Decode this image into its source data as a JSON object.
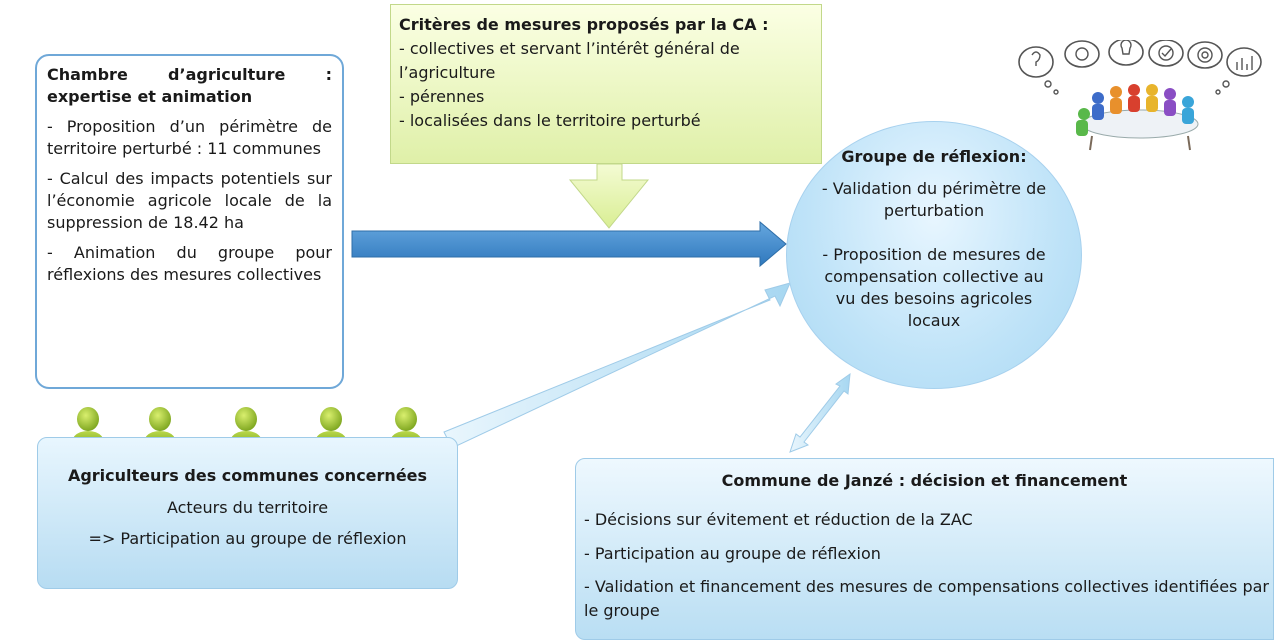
{
  "chambre": {
    "title_word1": "Chambre",
    "title_word2": "d’agriculture",
    "title_word3": ":",
    "title_line2": "expertise et animation",
    "items": [
      "- Proposition d’un périmètre de territoire perturbé : 11 communes",
      "- Calcul des impacts potentiels sur l’économie agricole locale de la suppression de 18.42 ha",
      "- Animation du groupe pour réflexions des mesures collectives"
    ]
  },
  "criteria": {
    "title": "Critères de mesures  proposés par la CA :",
    "items": [
      "-  collectives et servant l’intérêt général de l’agriculture",
      "-  pérennes",
      "-  localisées dans le territoire perturbé"
    ]
  },
  "group": {
    "title": "Groupe de réflexion:",
    "items": [
      "- Validation du périmètre de perturbation",
      "- Proposition de mesures de compensation collective au vu des besoins agricoles locaux"
    ]
  },
  "farmers": {
    "title": "Agriculteurs des communes concernées",
    "line2": "Acteurs du territoire",
    "line3": "=> Participation au groupe de réflexion"
  },
  "commune": {
    "title": "Commune de Janzé : décision et financement",
    "items": [
      "- Décisions sur évitement et réduction de la ZAC",
      "- Participation au groupe de réflexion",
      "-  Validation et financement des mesures de compensations collectives identifiées par le groupe"
    ]
  },
  "icons": {
    "person": "person-icon",
    "meeting": "meeting-illustration",
    "arrow_color": "#3f86c8",
    "criteria_arrow_color": "#e3f3a8"
  }
}
